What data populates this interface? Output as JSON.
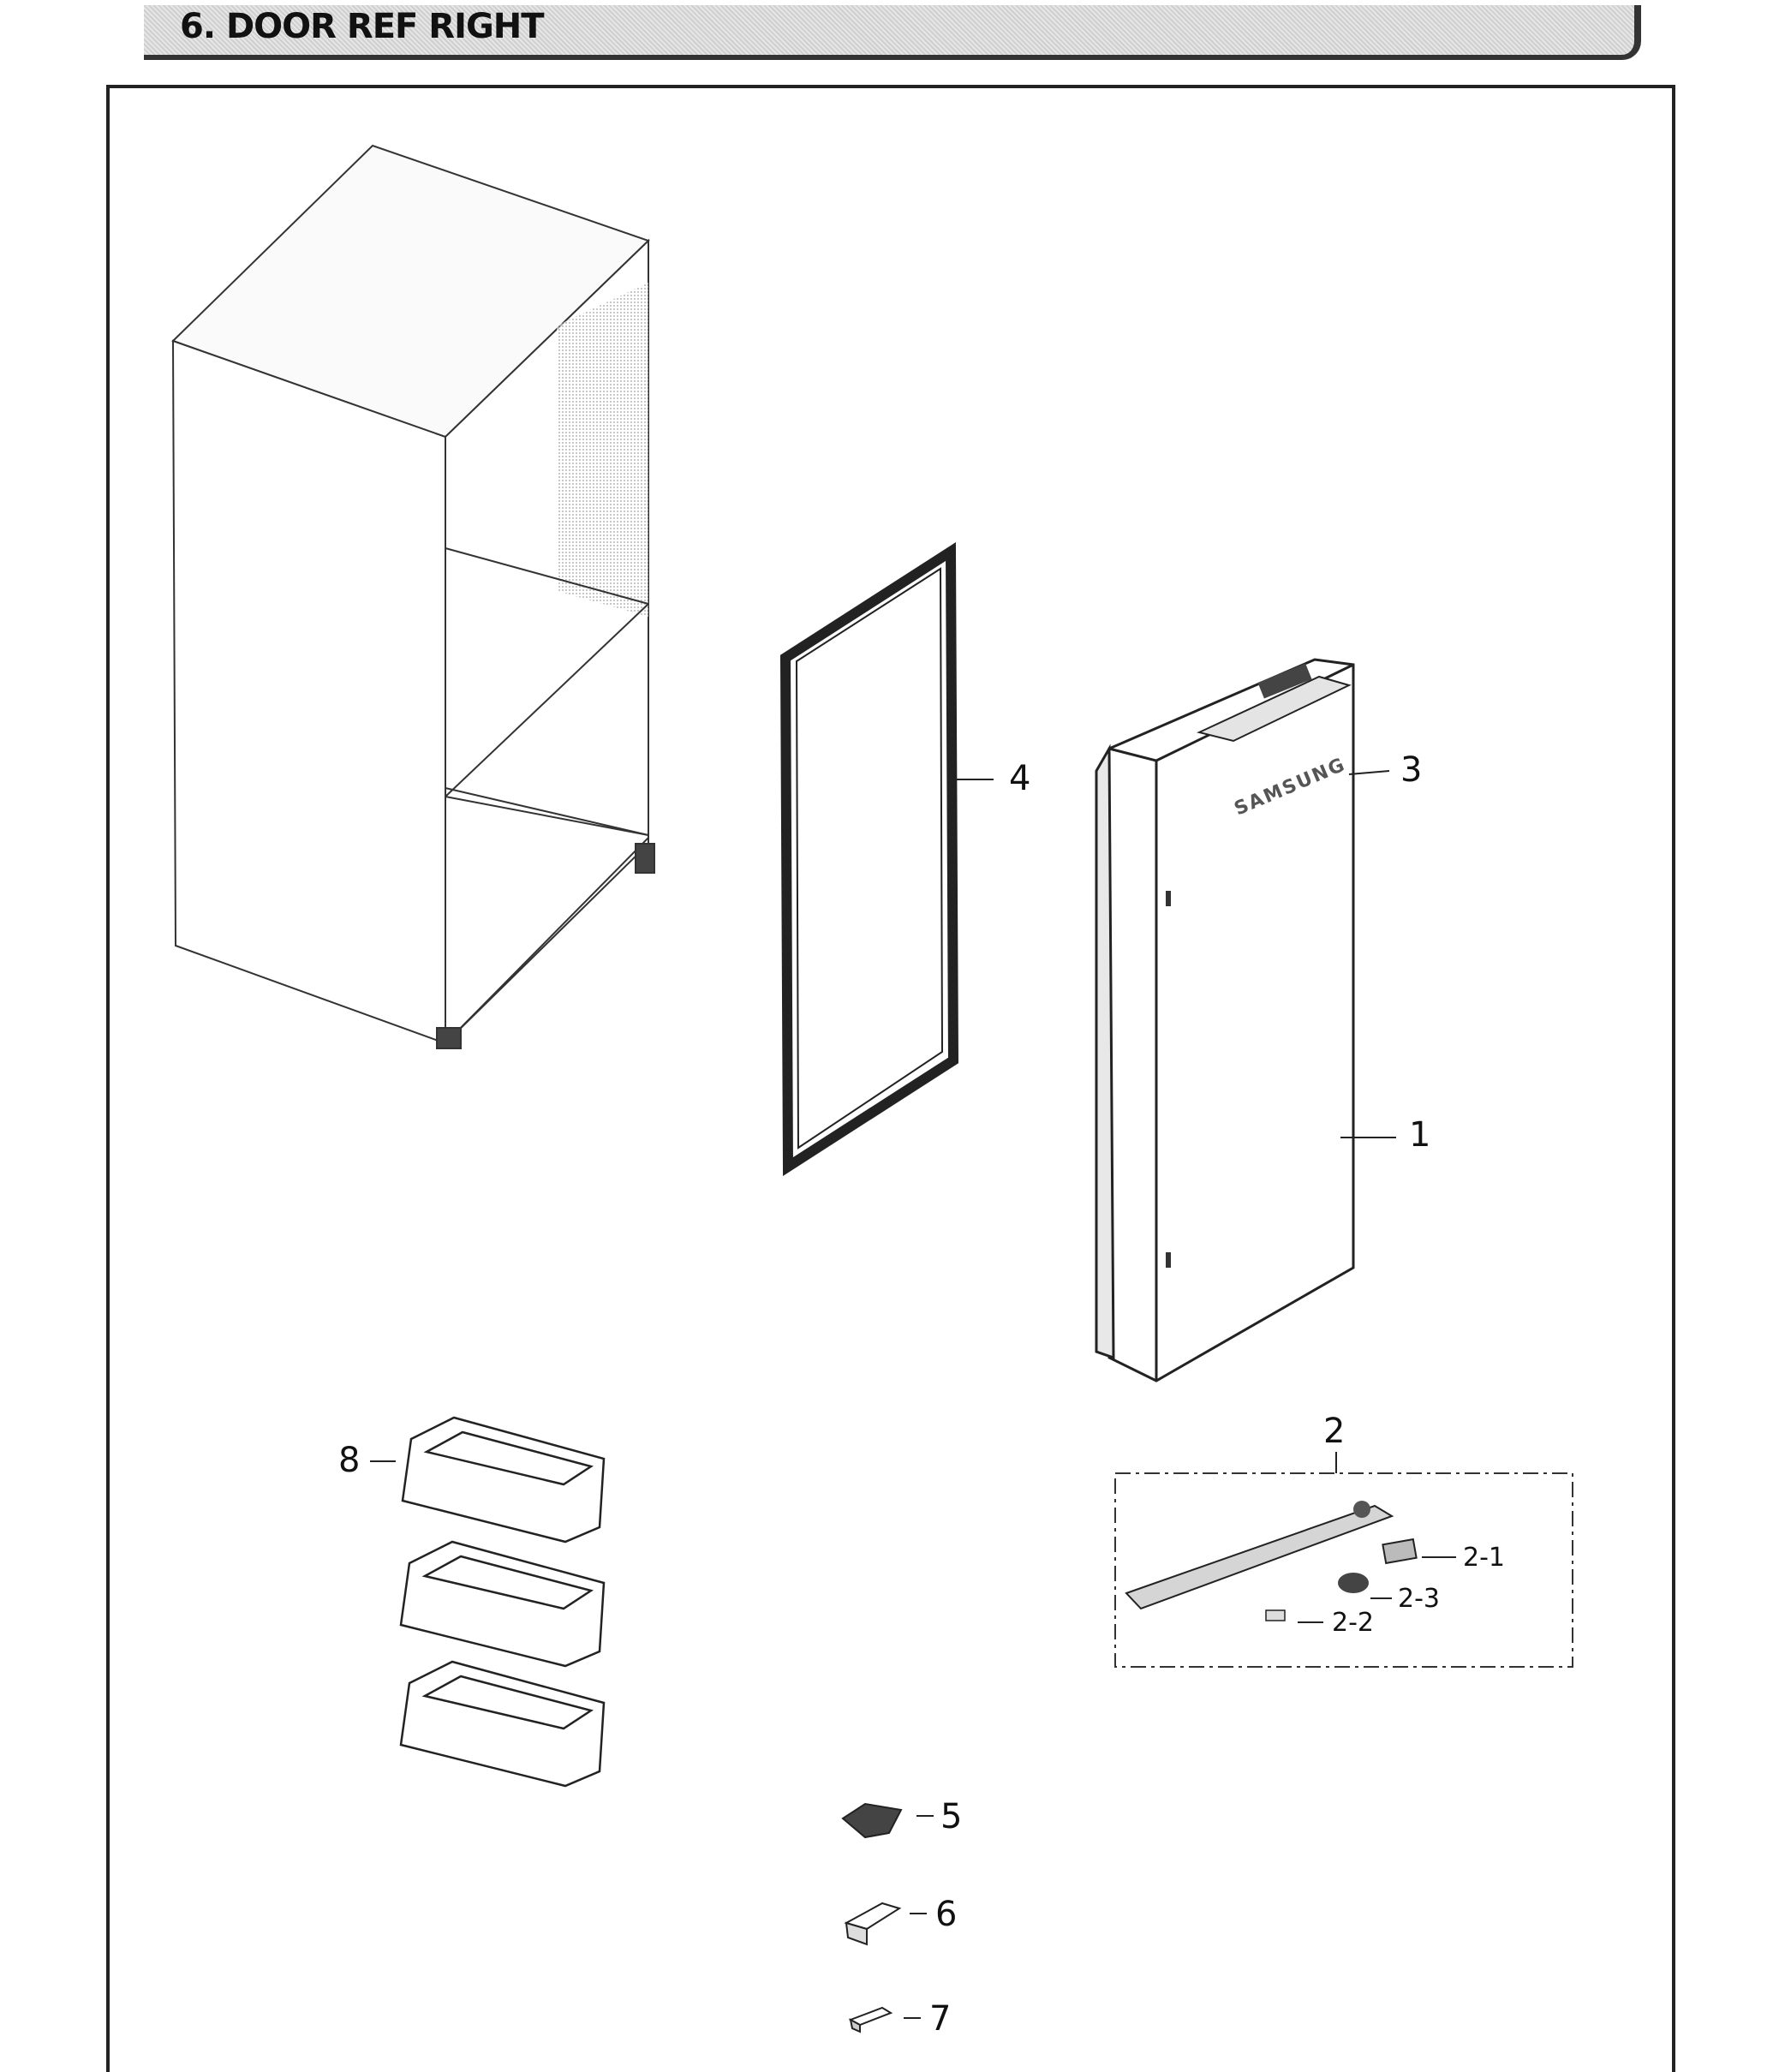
{
  "section_title": "6. DOOR REF RIGHT",
  "door_brand": "SAMSUNG",
  "callouts": {
    "door_assy": "1",
    "hinge_assy": "2",
    "hinge_part_a": "2-1",
    "hinge_part_b": "2-2",
    "hinge_part_c": "2-3",
    "cover": "3",
    "gasket": "4",
    "small_part_5": "5",
    "small_part_6": "6",
    "small_part_7": "7",
    "guard": "8"
  }
}
